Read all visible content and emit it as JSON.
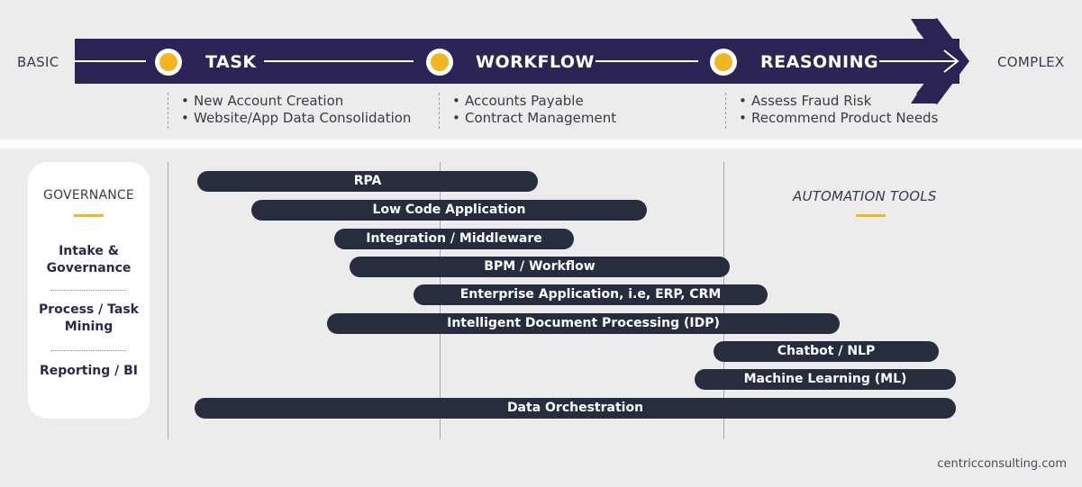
{
  "spectrum": {
    "start_label": "BASIC",
    "end_label": "COMPLEX"
  },
  "stages": [
    {
      "label": "TASK",
      "examples": [
        "New Account Creation",
        "Website/App Data Consolidation"
      ]
    },
    {
      "label": "WORKFLOW",
      "examples": [
        "Accounts Payable",
        "Contract Management"
      ]
    },
    {
      "label": "REASONING",
      "examples": [
        "Assess Fraud Risk",
        "Recommend Product Needs"
      ]
    }
  ],
  "governance": {
    "title": "GOVERNANCE",
    "items": [
      "Intake & Governance",
      "Process / Task Mining",
      "Reporting / BI"
    ]
  },
  "tools": {
    "title": "AUTOMATION TOOLS",
    "bars": [
      "RPA",
      "Low Code Application",
      "Integration / Middleware",
      "BPM / Workflow",
      "Enterprise Application, i.e, ERP, CRM",
      "Intelligent Document Processing (IDP)",
      "Chatbot / NLP",
      "Machine Learning (ML)",
      "Data Orchestration"
    ]
  },
  "footer": "centricconsulting.com",
  "colors": {
    "arrow": "#2b2455",
    "accent": "#f4b61e",
    "bar": "#272d3f"
  }
}
